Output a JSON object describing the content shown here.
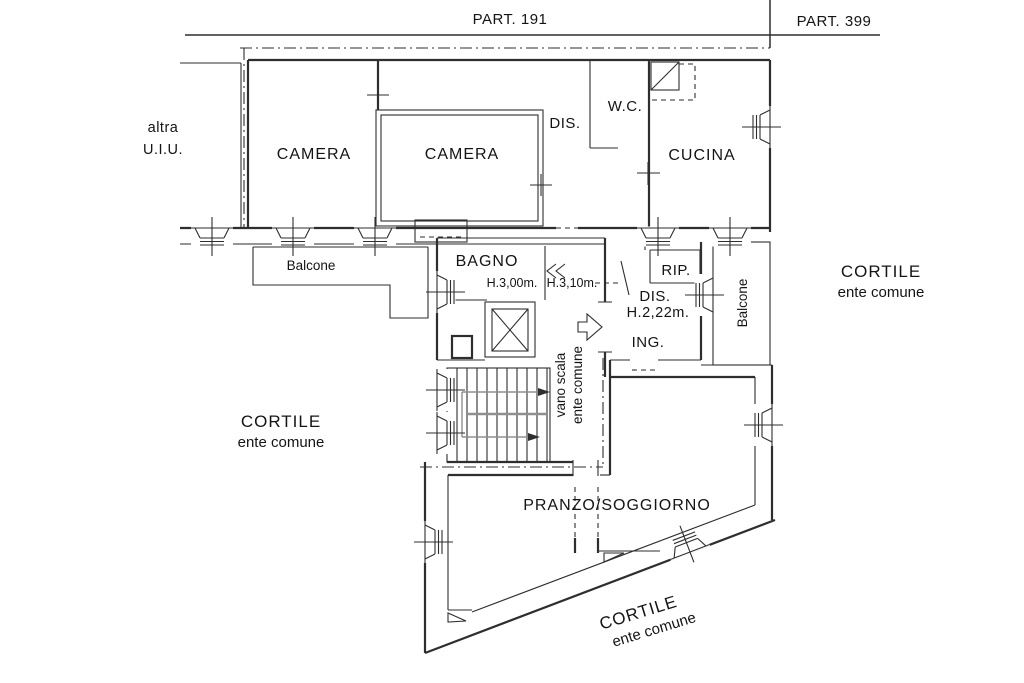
{
  "labels": {
    "part_left": "PART. 191",
    "part_right": "PART. 399",
    "adjacent_unit_line1": "altra",
    "adjacent_unit_line2": "U.I.U.",
    "camera_left": "CAMERA",
    "camera_right": "CAMERA",
    "dis_top": "DIS.",
    "wc": "W.C.",
    "cucina": "CUCINA",
    "balcone_left": "Balcone",
    "bagno": "BAGNO",
    "bagno_height_left": "H.3,00m.",
    "bagno_height_right": "H.3,10m.",
    "rip": "RIP.",
    "dis_mid": "DIS.",
    "dis_mid_height": "H.2,22m.",
    "ing": "ING.",
    "balcone_right": "Balcone",
    "stairwell_line1": "vano scala",
    "stairwell_line2": "ente comune",
    "cortile_left_line1": "CORTILE",
    "cortile_left_line2": "ente comune",
    "cortile_right_line1": "CORTILE",
    "cortile_right_line2": "ente comune",
    "cortile_bottom_line1": "CORTILE",
    "cortile_bottom_line2": "ente comune",
    "pranzo": "PRANZO/SOGGIORNO"
  }
}
